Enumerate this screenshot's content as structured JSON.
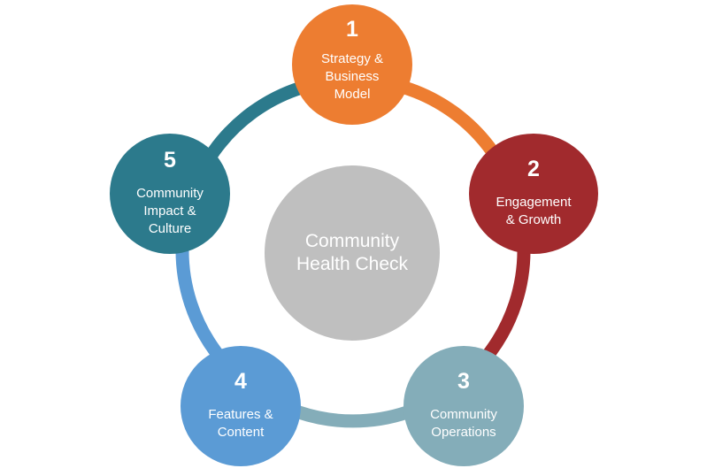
{
  "center": {
    "label": "Community\nHealth Check",
    "color": "#bfbfbf"
  },
  "nodes": [
    {
      "number": "1",
      "label": "Strategy &\nBusiness\nModel",
      "color": "#ed7d31"
    },
    {
      "number": "2",
      "label": "Engagement\n& Growth",
      "color": "#a12a2d"
    },
    {
      "number": "3",
      "label": "Community\nOperations",
      "color": "#84adb9"
    },
    {
      "number": "4",
      "label": "Features &\nContent",
      "color": "#5b9bd5"
    },
    {
      "number": "5",
      "label": "Community\nImpact &\nCulture",
      "color": "#2c7a8c"
    }
  ]
}
